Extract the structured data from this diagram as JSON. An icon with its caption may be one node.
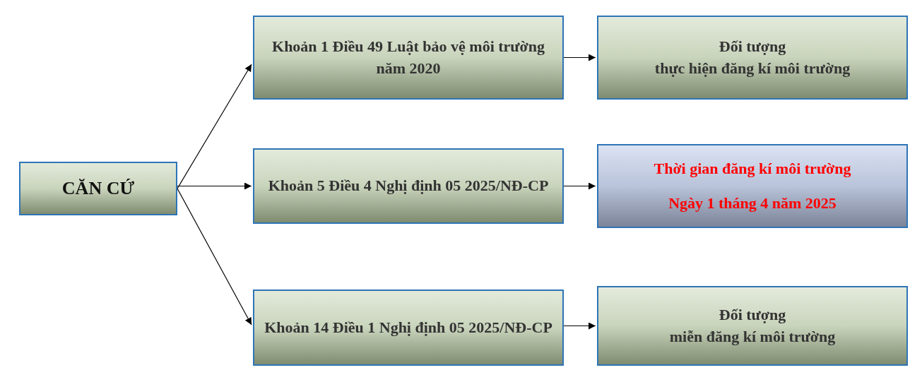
{
  "diagram": {
    "nodes": [
      {
        "text": [
          "CĂN CỨ"
        ]
      },
      {
        "text": [
          "Khoản 1 Điều 49 Luật bảo vệ môi trường năm 2020"
        ]
      },
      {
        "text": [
          "Khoản 5 Điều 4 Nghị định 05 2025/NĐ-CP"
        ]
      },
      {
        "text": [
          "Khoản 14 Điều 1 Nghị định 05 2025/NĐ-CP"
        ]
      },
      {
        "text": [
          "Đối tượng",
          "thực hiện đăng kí môi trường"
        ]
      },
      {
        "text": [
          "Thời gian đăng kí môi trường",
          "Ngày 1 tháng 4 năm 2025"
        ]
      },
      {
        "text": [
          "Đối tượng",
          "miễn đăng kí môi trường"
        ]
      }
    ],
    "edges": [
      {
        "from": 0,
        "to": 1,
        "arrow": "to"
      },
      {
        "from": 0,
        "to": 2,
        "arrow": "to"
      },
      {
        "from": 0,
        "to": 3,
        "arrow": "to"
      },
      {
        "from": 1,
        "to": 4,
        "arrow": "to"
      },
      {
        "from": 2,
        "to": 5,
        "arrow": "to"
      },
      {
        "from": 3,
        "to": 6,
        "arrow": "to"
      }
    ]
  }
}
